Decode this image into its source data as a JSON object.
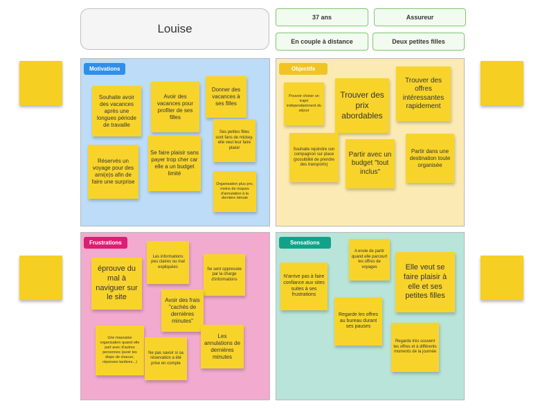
{
  "persona": {
    "name": "Louise"
  },
  "tags": {
    "age": "37 ans",
    "insurer": "Assureur",
    "couple": "En couple à distance",
    "kids": "Deux petites filles"
  },
  "colors": {
    "motivations": "#2f8fea",
    "objectifs": "#f0c425",
    "frustrations": "#dc1e74",
    "sensations": "#12a289",
    "sticky": "#f8d42b"
  },
  "sections": {
    "motivations": {
      "label": "Motivations",
      "notes": [
        "Souhaite avoir des vacances après une longues période de travaille",
        "Avoir des vacances pour profiter de ses filles",
        "Donner des vacances à ses filles",
        "Réservés un voyage pour des ami(e)s afin de faire une surprise",
        "Se faire plaisir sans payer trop cher car elle a un budget limité",
        "Ses petites filles sont fans de mickey. elle veut leur faire plaisir",
        "Organisation plus pro, moins de risques d'annulation à la dernière minute"
      ]
    },
    "objectifs": {
      "label": "Objectifs",
      "notes": [
        "Pouvoir choisir un trajet indépendamment du séjour",
        "Trouver des prix abordables",
        "Trouver des offres intéressantes rapidement",
        "Souhaite rejoindre son compagnon sur place (possibilité de prendre des transports)",
        "Partir avec un budget \"tout inclus\"",
        "Partir dans une destination toute organisée"
      ]
    },
    "frustrations": {
      "label": "Frustrations",
      "notes": [
        "éprouve du mal à naviguer sur le site",
        "Les informations peu claires ou mal expliquées",
        "Se sent oppressée par la charge d'informations",
        "Avoir des frais \"cachés de dernières minutes\"",
        "Une mauvaise organisation quand elle part avec d'autres personnes (avoir les dispo de chacun, réponses tardives...)",
        "Ne pas savoir si sa réservation a été prise en compte",
        "Les annulations de dernières minutes"
      ]
    },
    "sensations": {
      "label": "Sensations",
      "notes": [
        "A envie de partir quand elle parcourt les offres de voyages",
        "N'arrive pas à faire confiance aux sites suites à ses frustrations",
        "Elle veut se faire plaisir à elle et ses petites filles",
        "Regarde les offres au bureau durant ses pauses",
        "Regarde très souvent les offres et à différents moments de la journée"
      ]
    }
  }
}
